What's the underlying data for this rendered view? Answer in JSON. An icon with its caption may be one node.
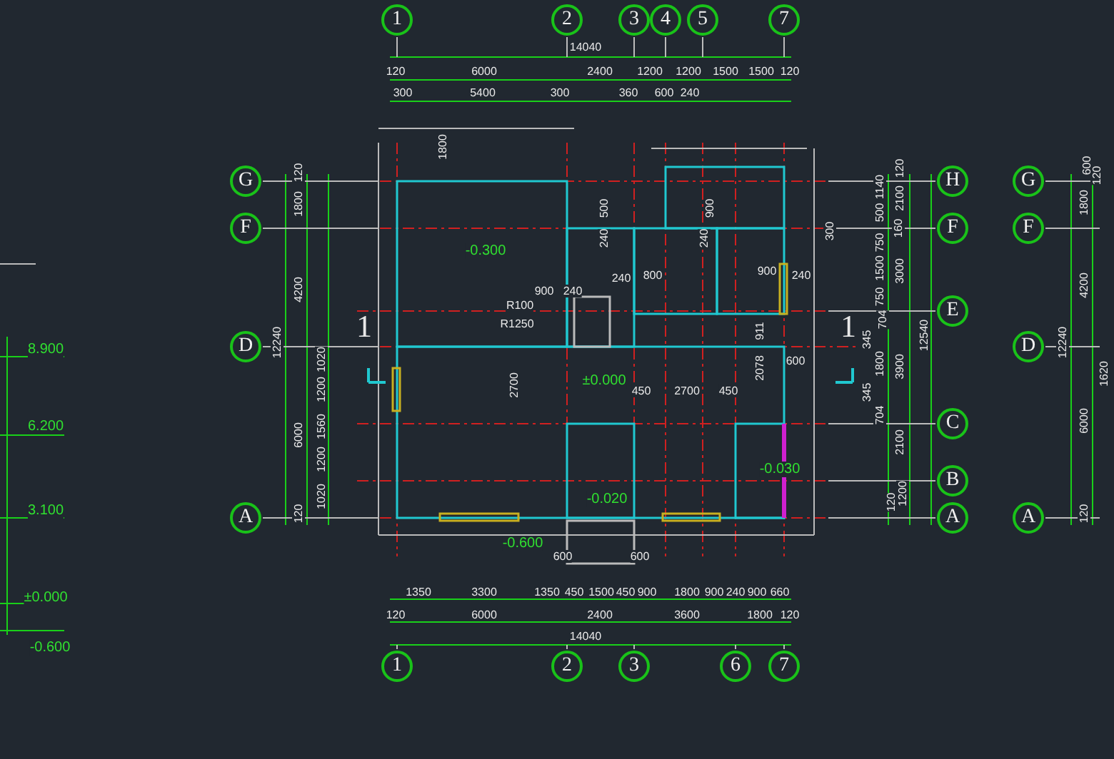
{
  "diagram": {
    "nodes": [
      {
        "text": [
          "1"
        ]
      },
      {
        "text": [
          "2"
        ]
      },
      {
        "text": [
          "3"
        ]
      },
      {
        "text": [
          "4"
        ]
      },
      {
        "text": [
          "5"
        ]
      },
      {
        "text": [
          "7"
        ]
      },
      {
        "text": [
          "G"
        ]
      },
      {
        "text": [
          "H"
        ]
      },
      {
        "text": [
          "G"
        ]
      },
      {
        "text": [
          "F"
        ]
      },
      {
        "text": [
          "F"
        ]
      },
      {
        "text": [
          "F"
        ]
      },
      {
        "text": [
          "E"
        ]
      },
      {
        "text": [
          "D"
        ]
      },
      {
        "text": [
          "D"
        ]
      },
      {
        "text": [
          "C"
        ]
      },
      {
        "text": [
          "B"
        ]
      },
      {
        "text": [
          "A"
        ]
      },
      {
        "text": [
          "A"
        ]
      },
      {
        "text": [
          "A"
        ]
      },
      {
        "text": [
          "1"
        ]
      },
      {
        "text": [
          "2"
        ]
      },
      {
        "text": [
          "3"
        ]
      },
      {
        "text": [
          "6"
        ]
      },
      {
        "text": [
          "7"
        ]
      }
    ],
    "edges": [],
    "labels": [
      "14040",
      "120",
      "6000",
      "2400",
      "1200",
      "1200",
      "1500",
      "1500",
      "120",
      "300",
      "5400",
      "300",
      "360",
      "600",
      "240",
      "1800",
      "120",
      "1800",
      "4200",
      "12240",
      "1020",
      "1200",
      "6000",
      "1560",
      "1200",
      "1020",
      "120",
      "500",
      "240",
      "900",
      "240",
      "-0.300",
      "240",
      "800",
      "900",
      "240",
      "900",
      "240",
      "R100",
      "R1250",
      "911",
      "2078",
      "600",
      "2700",
      "±0.000",
      "450",
      "2700",
      "450",
      "-0.030",
      "-0.020",
      "-0.600",
      "1",
      "1",
      "120",
      "1140",
      "2100",
      "300",
      "500",
      "160",
      "750",
      "1500",
      "3000",
      "750",
      "12540",
      "704",
      "345",
      "1800",
      "3900",
      "345",
      "704",
      "2100",
      "120",
      "1200",
      "600",
      "120",
      "1800",
      "4200",
      "12240",
      "1620",
      "6000",
      "120",
      "8.900",
      "6.200",
      "3.100",
      "±0.000",
      "-0.600",
      "600",
      "600",
      "1350",
      "3300",
      "1350",
      "450",
      "1500",
      "450",
      "900",
      "1800",
      "900",
      "240",
      "900",
      "660",
      "120",
      "6000",
      "2400",
      "3600",
      "1800",
      "120",
      "14040"
    ]
  }
}
